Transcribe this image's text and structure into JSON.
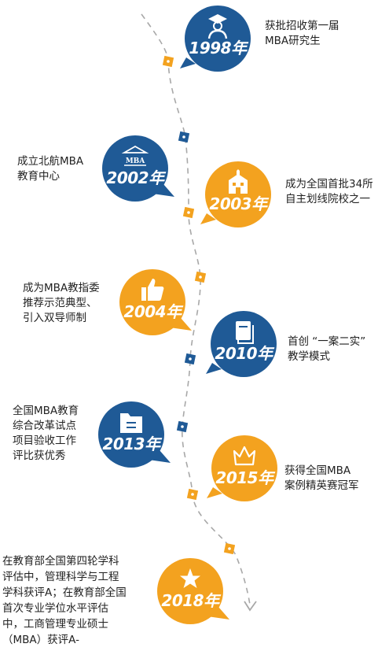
{
  "colors": {
    "blue": "#1f5a96",
    "orange": "#f3a21f",
    "dash": "#a8a8a8"
  },
  "milestones": [
    {
      "year": "1998年",
      "text": "获批招收第一届\nMBA研究生",
      "color": "blue",
      "icon": "graduate-icon"
    },
    {
      "year": "2002年",
      "text": "成立北航MBA\n教育中心",
      "color": "blue",
      "icon": "mba-building-icon",
      "icon_text": "MBA"
    },
    {
      "year": "2003年",
      "text": "成为全国首批34所\n自主划线院校之一",
      "color": "orange",
      "icon": "school-icon"
    },
    {
      "year": "2004年",
      "text": "成为MBA教指委\n推荐示范典型、\n引入双导师制",
      "color": "orange",
      "icon": "thumbs-up-icon"
    },
    {
      "year": "2010年",
      "text": "首创 “一案二实”\n教学模式",
      "color": "blue",
      "icon": "book-icon"
    },
    {
      "year": "2013年",
      "text": "全国MBA教育\n综合改革试点\n项目验收工作\n评比获优秀",
      "color": "blue",
      "icon": "folder-icon"
    },
    {
      "year": "2015年",
      "text": "获得全国MBA\n案例精英赛冠军",
      "color": "orange",
      "icon": "crown-icon"
    },
    {
      "year": "2018年",
      "text": "在教育部全国第四轮学科\n评估中，管理科学与工程\n学科获评A；在教育部全国\n首次专业学位水平评估\n中，工商管理专业硕士\n（MBA）获评A-",
      "color": "orange",
      "icon": "star-icon"
    }
  ]
}
